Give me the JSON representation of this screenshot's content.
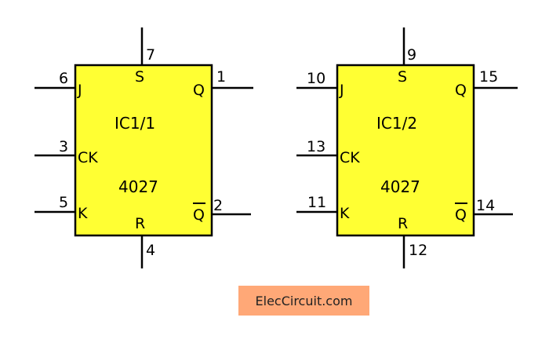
{
  "chips": [
    {
      "id": "ic1-1",
      "name": "IC1/1",
      "part": "4027",
      "pins": {
        "S": "7",
        "J": "6",
        "Q": "1",
        "CK": "3",
        "K": "5",
        "Qbar": "2",
        "R": "4"
      }
    },
    {
      "id": "ic1-2",
      "name": "IC1/2",
      "part": "4027",
      "pins": {
        "S": "9",
        "J": "10",
        "Q": "15",
        "CK": "13",
        "K": "11",
        "Qbar": "14",
        "R": "12"
      }
    }
  ],
  "pin_labels": {
    "S": "S",
    "J": "J",
    "Q": "Q",
    "CK": "CK",
    "K": "K",
    "Qbar": "Q",
    "R": "R"
  },
  "watermark": "ElecCircuit.com",
  "colors": {
    "chip_fill": "#ffff33",
    "watermark_bg": "#ffa877"
  }
}
